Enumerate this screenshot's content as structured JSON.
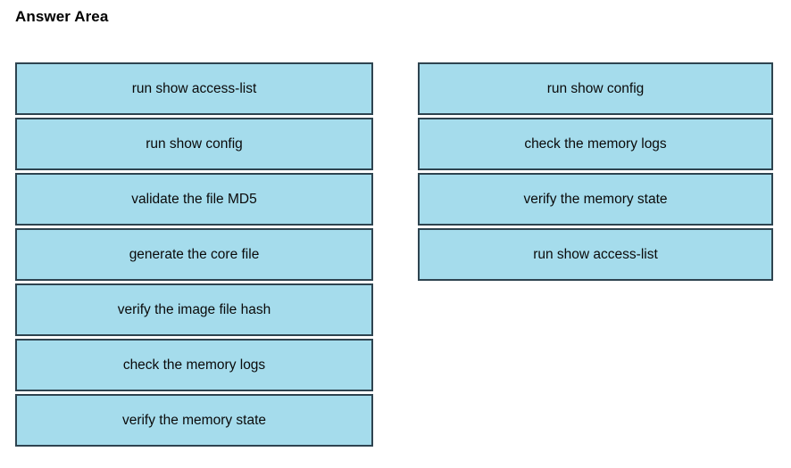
{
  "page": {
    "title": "Answer Area",
    "background_color": "#ffffff"
  },
  "style": {
    "box_fill_color": "#a5dcec",
    "box_border_color": "#2e4450",
    "text_color": "#0a0a0a"
  },
  "columns": [
    {
      "name": "source-options",
      "options": [
        {
          "label": "run show access-list"
        },
        {
          "label": "run show config"
        },
        {
          "label": "validate the file MD5"
        },
        {
          "label": "generate the core file"
        },
        {
          "label": "verify the image file hash"
        },
        {
          "label": "check the memory logs"
        },
        {
          "label": "verify the memory state"
        }
      ]
    },
    {
      "name": "answer-slots",
      "options": [
        {
          "label": "run show config"
        },
        {
          "label": "check the memory logs"
        },
        {
          "label": "verify the memory state"
        },
        {
          "label": "run show access-list"
        }
      ]
    }
  ]
}
